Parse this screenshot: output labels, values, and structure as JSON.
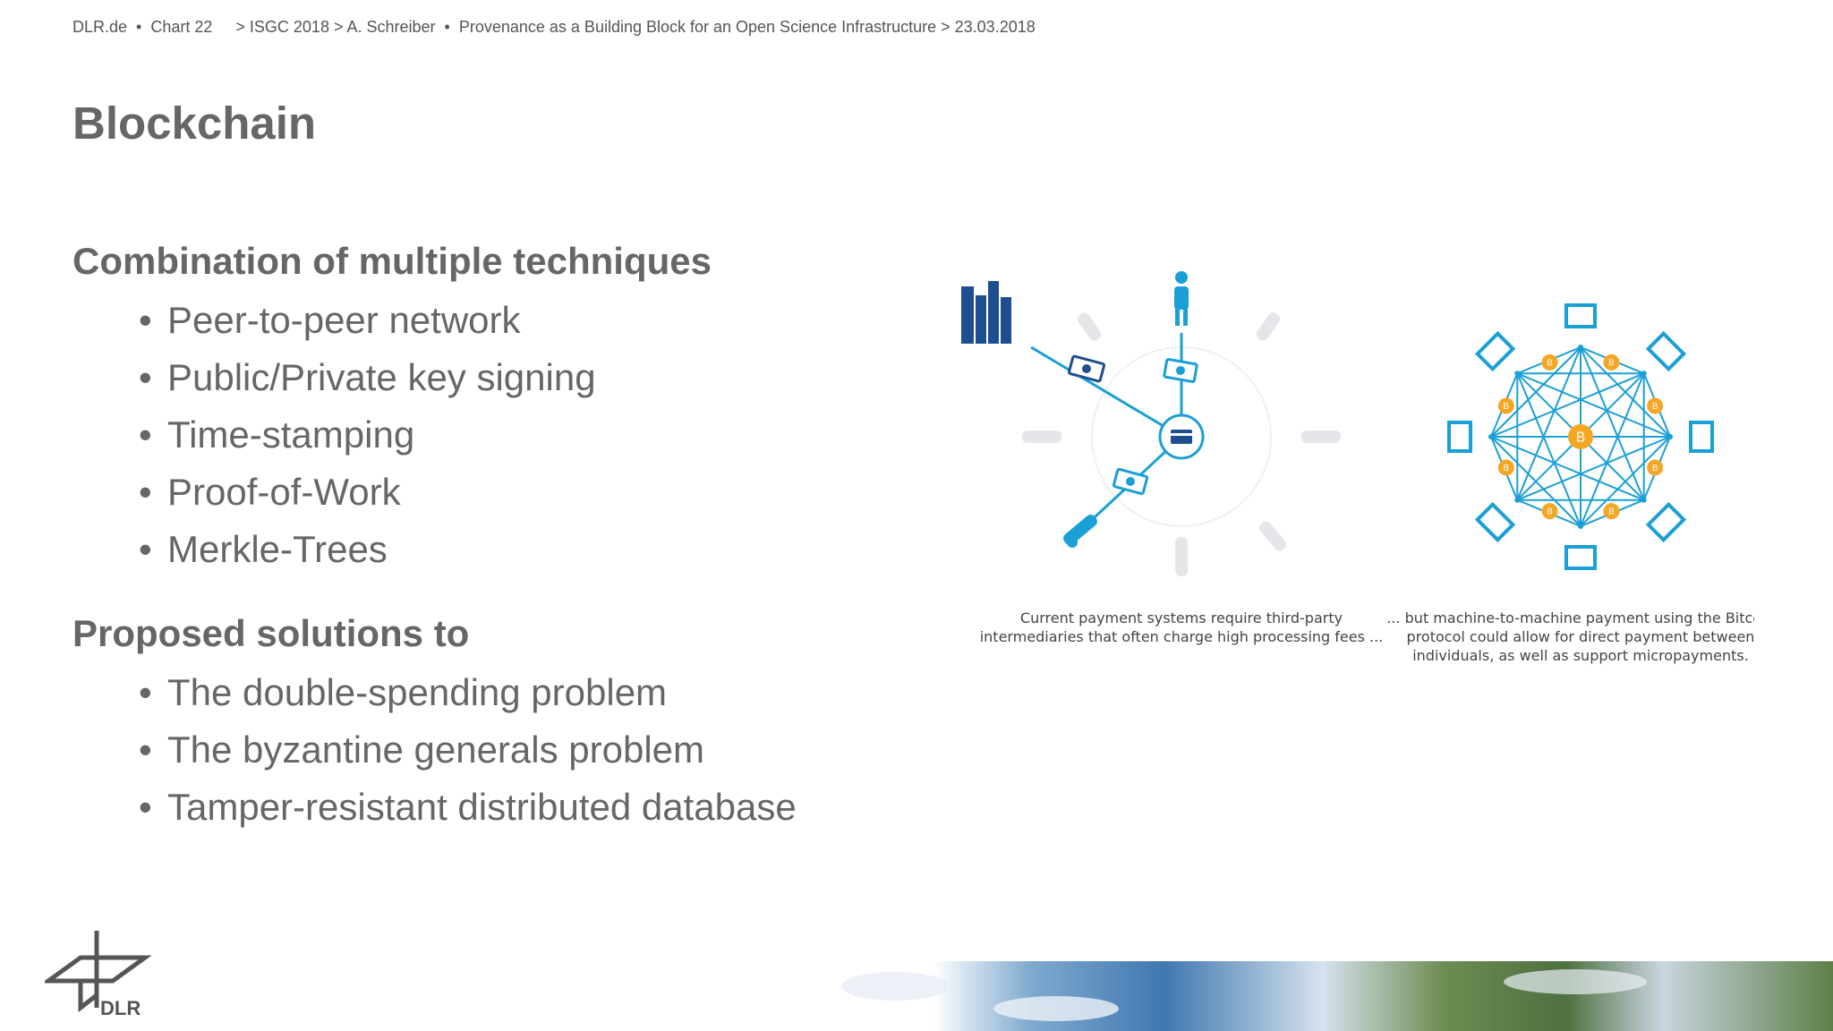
{
  "header": {
    "site": "DLR.de",
    "chart": "Chart 22",
    "path": "> ISGC 2018 > A. Schreiber",
    "talk": "Provenance as a Building Block for an Open Science Infrastructure > 23.03.2018",
    "bullet_sep": "•"
  },
  "slide": {
    "title": "Blockchain",
    "section1": {
      "heading": "Combination of multiple techniques",
      "items": [
        "Peer-to-peer network",
        "Public/Private key signing",
        "Time-stamping",
        "Proof-of-Work",
        "Merkle-Trees"
      ]
    },
    "section2": {
      "heading": "Proposed solutions to",
      "items": [
        "The double-spending problem",
        "The byzantine generals problem",
        "Tamper-resistant distributed database"
      ]
    },
    "bullet_glyph": "•"
  },
  "figure": {
    "left_caption_line1": "Current payment systems require third-party",
    "left_caption_line2": "intermediaries that often charge high processing fees ...",
    "right_caption_line1": "... but machine-to-machine payment using the Bitcoin",
    "right_caption_line2": "protocol could allow for direct payment between",
    "right_caption_line3": "individuals, as well as support micropayments.",
    "coin_symbol": "B",
    "accent_blue": "#1a9fd6",
    "dark_blue": "#1d4e8f",
    "coin_orange": "#f5a623",
    "faded_gray": "#e4e6ea"
  },
  "logo": {
    "text": "DLR"
  }
}
